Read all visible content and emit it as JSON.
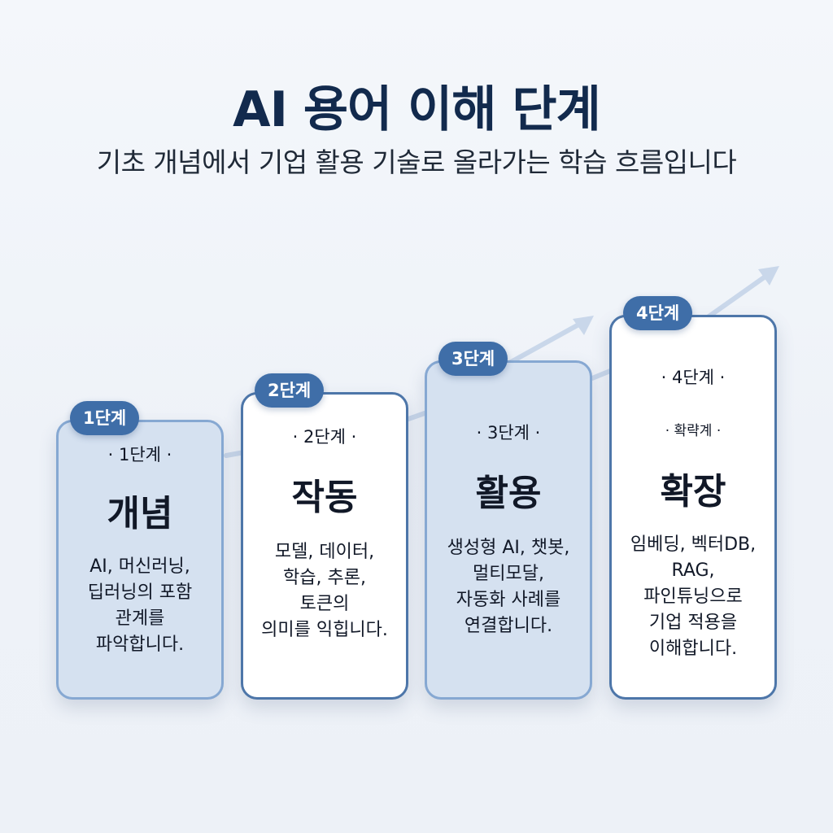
{
  "header": {
    "title": "AI 용어 이해 단계",
    "subtitle": "기초 개념에서 기업 활용 기술로 올라가는 학습 흐름입니다"
  },
  "colors": {
    "title": "#122a4d",
    "badge": "#3f6ea8",
    "card_border": "#4d76a9",
    "card_fill": "#d5e1f0",
    "arrow": "#c9d7ea"
  },
  "steps": [
    {
      "badge": "1단계",
      "label": "· 1단계 ·",
      "heading": "개념",
      "description": "AI, 머신러닝,\n딥러닝의 포함\n관계를\n파악합니다."
    },
    {
      "badge": "2단계",
      "label": "· 2단계 ·",
      "heading": "작동",
      "description": "모델, 데이터,\n학습, 추론,\n토큰의\n의미를 익힙니다."
    },
    {
      "badge": "3단계",
      "label": "· 3단계 ·",
      "heading": "활용",
      "description": "생성형 AI, 챗봇,\n멀티모달,\n자동화 사례를\n연결합니다."
    },
    {
      "badge": "4단계",
      "label": "· 4단계 ·",
      "sub_label": "· 확략계 ·",
      "heading": "확장",
      "description": "임베딩, 벡터DB,\nRAG,\n파인튜닝으로\n기업 적용을\n이해합니다."
    }
  ]
}
